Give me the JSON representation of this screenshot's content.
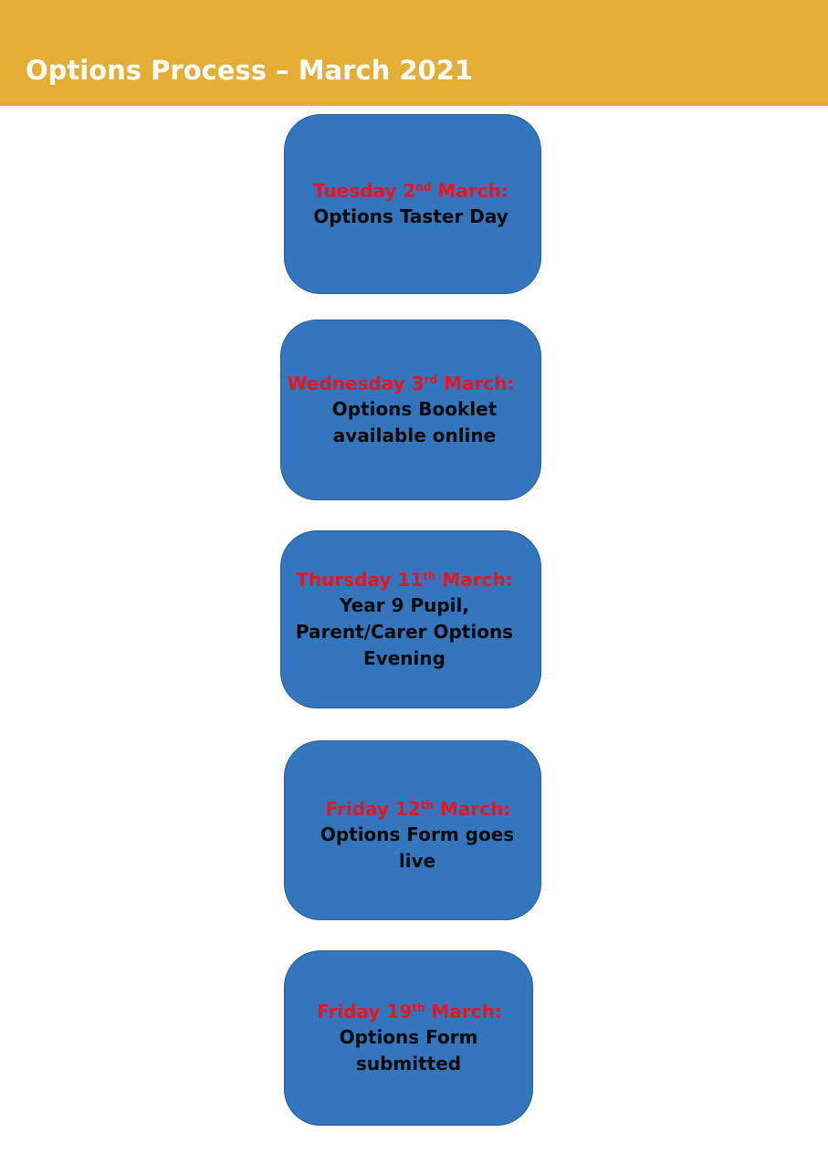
{
  "header": {
    "title": "Options Process – March 2021",
    "background_color": "#e3ae33"
  },
  "colors": {
    "box_fill": "#3476be",
    "date_text": "#e8141f",
    "description_text": "#0a0a0a"
  },
  "steps": [
    {
      "day": "Tuesday 2",
      "suffix": "nd",
      "month": " March:",
      "description": "Options Taster Day"
    },
    {
      "day": "Wednesday 3",
      "suffix": "rd",
      "month": " March:",
      "description": "Options Booklet available online"
    },
    {
      "day": "Thursday 11",
      "suffix": "th",
      "month": " March:",
      "description": "Year 9 Pupil, Parent/Carer Options Evening"
    },
    {
      "day": "Friday 12",
      "suffix": "th",
      "month": " March:",
      "description": "Options Form goes live"
    },
    {
      "day": "Friday 19",
      "suffix": "th",
      "month": " March:",
      "description": "Options Form submitted"
    }
  ]
}
